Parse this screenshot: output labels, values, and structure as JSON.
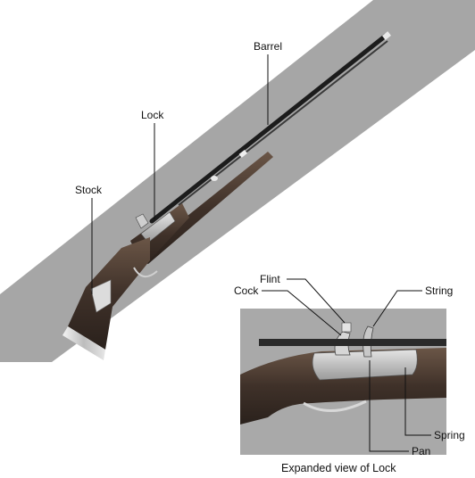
{
  "labels": {
    "barrel": "Barrel",
    "lock": "Lock",
    "stock": "Stock",
    "flint": "Flint",
    "cock": "Cock",
    "string": "String",
    "spring": "Spring",
    "pan": "Pan"
  },
  "caption": "Expanded view of Lock",
  "colors": {
    "main_photo_bg": "#a6a6a6",
    "inset_photo_bg": "#a9a9a9",
    "wood": "#4a3a30",
    "metal": "#cfcfcf"
  }
}
